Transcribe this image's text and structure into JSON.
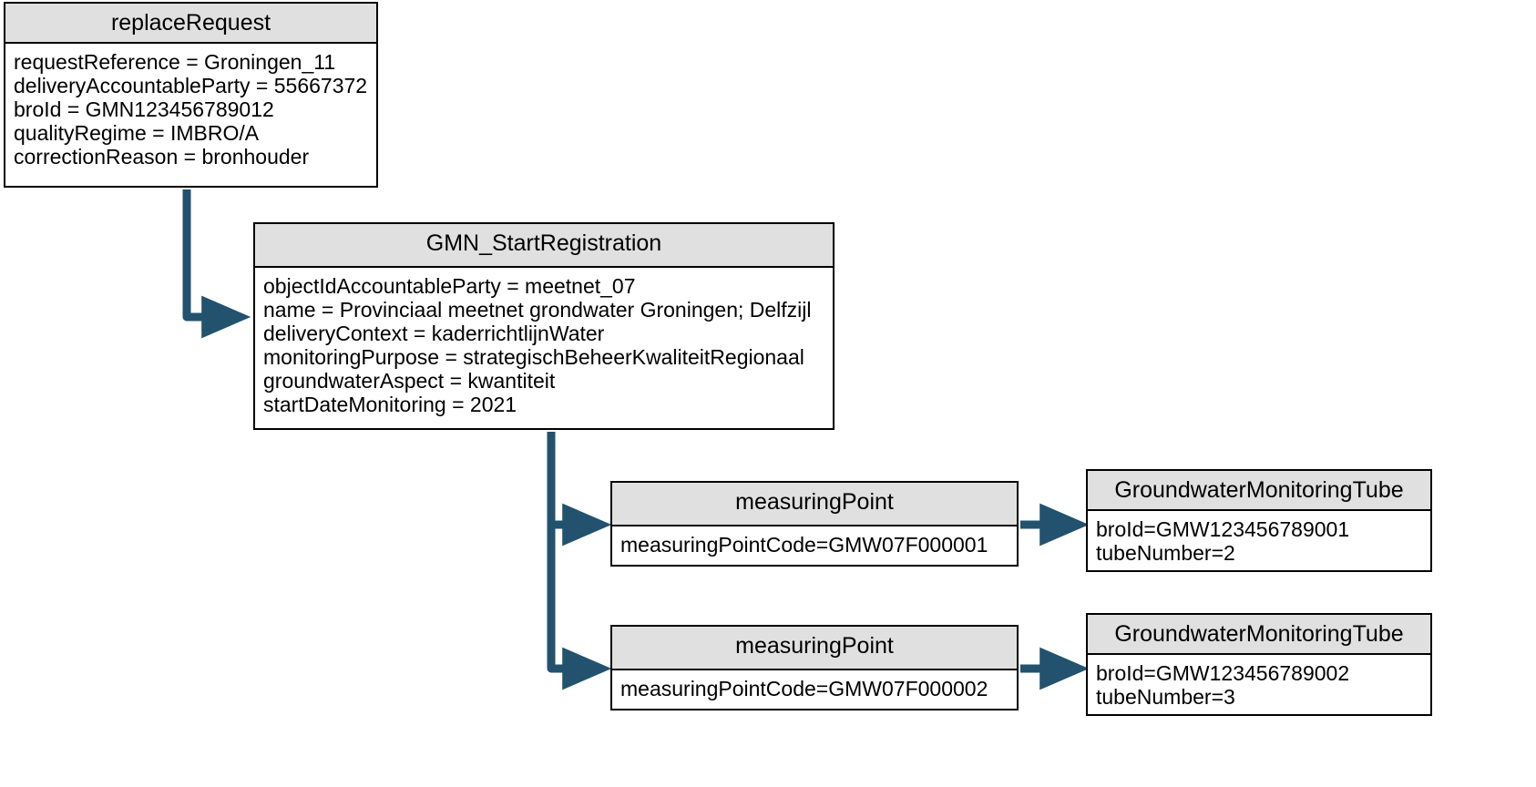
{
  "diagram": {
    "type": "uml-object-diagram",
    "background_color": "#ffffff",
    "box_header_color": "#e0e0e0",
    "box_border_color": "#000000",
    "arrow_color": "#22526e",
    "boxes": [
      {
        "id": "replaceRequest",
        "title": "replaceRequest",
        "attributes": [
          "requestReference = Groningen_11",
          "deliveryAccountableParty = 55667372",
          "broId = GMN123456789012",
          "qualityRegime = IMBRO/A",
          "correctionReason = bronhouder"
        ]
      },
      {
        "id": "GMN_StartRegistration",
        "title": "GMN_StartRegistration",
        "attributes": [
          "objectIdAccountableParty = meetnet_07",
          "name = Provinciaal meetnet grondwater Groningen; Delfzijl",
          "deliveryContext = kaderrichtlijnWater",
          "monitoringPurpose = strategischBeheerKwaliteitRegionaal",
          "groundwaterAspect = kwantiteit",
          "startDateMonitoring = 2021"
        ]
      },
      {
        "id": "measuringPoint1",
        "title": "measuringPoint",
        "attributes": [
          "measuringPointCode=GMW07F000001"
        ]
      },
      {
        "id": "measuringPoint2",
        "title": "measuringPoint",
        "attributes": [
          "measuringPointCode=GMW07F000002"
        ]
      },
      {
        "id": "groundwaterMonitoringTube1",
        "title": "GroundwaterMonitoringTube",
        "attributes": [
          "broId=GMW123456789001",
          "tubeNumber=2"
        ]
      },
      {
        "id": "groundwaterMonitoringTube2",
        "title": "GroundwaterMonitoringTube",
        "attributes": [
          "broId=GMW123456789002",
          "tubeNumber=3"
        ]
      }
    ],
    "connectors": [
      {
        "from": "replaceRequest",
        "to": "GMN_StartRegistration",
        "style": "elbow-arrow"
      },
      {
        "from": "GMN_StartRegistration",
        "to": "measuringPoint1",
        "style": "elbow-arrow"
      },
      {
        "from": "GMN_StartRegistration",
        "to": "measuringPoint2",
        "style": "elbow-arrow"
      },
      {
        "from": "measuringPoint1",
        "to": "groundwaterMonitoringTube1",
        "style": "straight-arrow"
      },
      {
        "from": "measuringPoint2",
        "to": "groundwaterMonitoringTube2",
        "style": "straight-arrow"
      }
    ]
  }
}
